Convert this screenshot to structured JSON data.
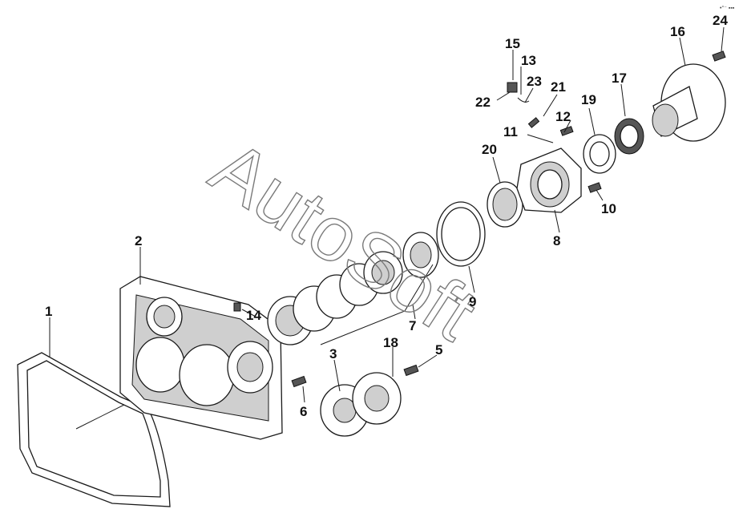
{
  "diagram": {
    "watermark": "AutoSoft",
    "corner_mark": "•°⁻ ▪▪▪",
    "labels": [
      "1",
      "2",
      "3",
      "5",
      "6",
      "7",
      "8",
      "9",
      "10",
      "11",
      "12",
      "13",
      "14",
      "15",
      "16",
      "17",
      "18",
      "19",
      "20",
      "21",
      "22",
      "23",
      "24"
    ]
  }
}
